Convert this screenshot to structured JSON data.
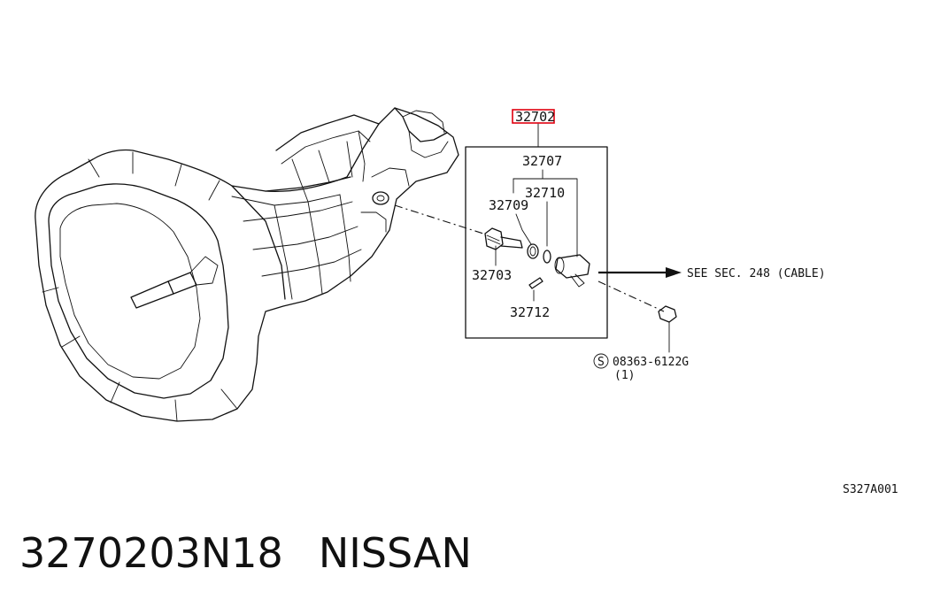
{
  "diagram": {
    "labels": {
      "assembly_part": "32702",
      "housing_part": "32707",
      "seal_part": "32710",
      "oring_part": "32709",
      "pinion_part": "32703",
      "pin_part": "32712",
      "cable_reference": "SEE SEC. 248 (CABLE)",
      "bolt_symbol": "S",
      "bolt_part": "08363-6122G",
      "bolt_qty": "(1)",
      "figure_code": "S327A001"
    },
    "colors": {
      "ink": "#111111",
      "highlight": "#e0000f",
      "background": "#ffffff"
    }
  },
  "caption": {
    "part_number": "3270203N18",
    "brand": "NISSAN"
  }
}
